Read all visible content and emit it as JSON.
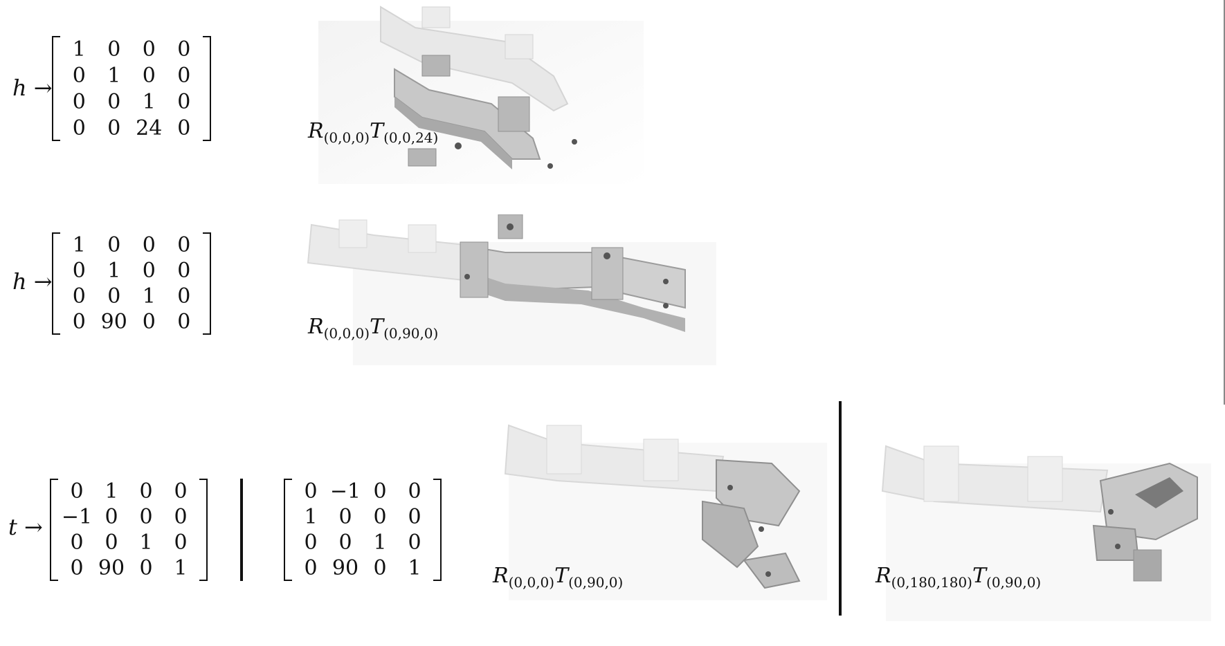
{
  "rows": [
    {
      "operator": "h",
      "arrow": "→",
      "matrix": [
        [
          "1",
          "0",
          "0",
          "0"
        ],
        [
          "0",
          "1",
          "0",
          "0"
        ],
        [
          "0",
          "0",
          "1",
          "0"
        ],
        [
          "0",
          "0",
          "24",
          "0"
        ]
      ],
      "caption": {
        "R_sym": "R",
        "R_sub": "(0,0,0)",
        "T_sym": "T",
        "T_sub": "(0,0,24)"
      }
    },
    {
      "operator": "h",
      "arrow": "→",
      "matrix": [
        [
          "1",
          "0",
          "0",
          "0"
        ],
        [
          "0",
          "1",
          "0",
          "0"
        ],
        [
          "0",
          "0",
          "1",
          "0"
        ],
        [
          "0",
          "90",
          "0",
          "0"
        ]
      ],
      "caption": {
        "R_sym": "R",
        "R_sub": "(0,0,0)",
        "T_sym": "T",
        "T_sub": "(0,90,0)"
      }
    },
    {
      "operator": "t",
      "arrow": "→",
      "matrix": [
        [
          "0",
          "1",
          "0",
          "0"
        ],
        [
          "−1",
          "0",
          "0",
          "0"
        ],
        [
          "0",
          "0",
          "1",
          "0"
        ],
        [
          "0",
          "90",
          "0",
          "1"
        ]
      ],
      "matrix_alt": [
        [
          "0",
          "−1",
          "0",
          "0"
        ],
        [
          "1",
          "0",
          "0",
          "0"
        ],
        [
          "0",
          "0",
          "1",
          "0"
        ],
        [
          "0",
          "90",
          "0",
          "1"
        ]
      ],
      "caption": {
        "R_sym": "R",
        "R_sub": "(0,0,0)",
        "T_sym": "T",
        "T_sub": "(0,90,0)"
      },
      "caption_alt": {
        "R_sym": "R",
        "R_sub": "(0,180,180)",
        "T_sym": "T",
        "T_sub": "(0,90,0)"
      }
    }
  ],
  "colors": {
    "ink": "#111111",
    "model_solid": "#c9c9c9",
    "model_ghost": "#e6e6e6",
    "background": "#ffffff"
  }
}
